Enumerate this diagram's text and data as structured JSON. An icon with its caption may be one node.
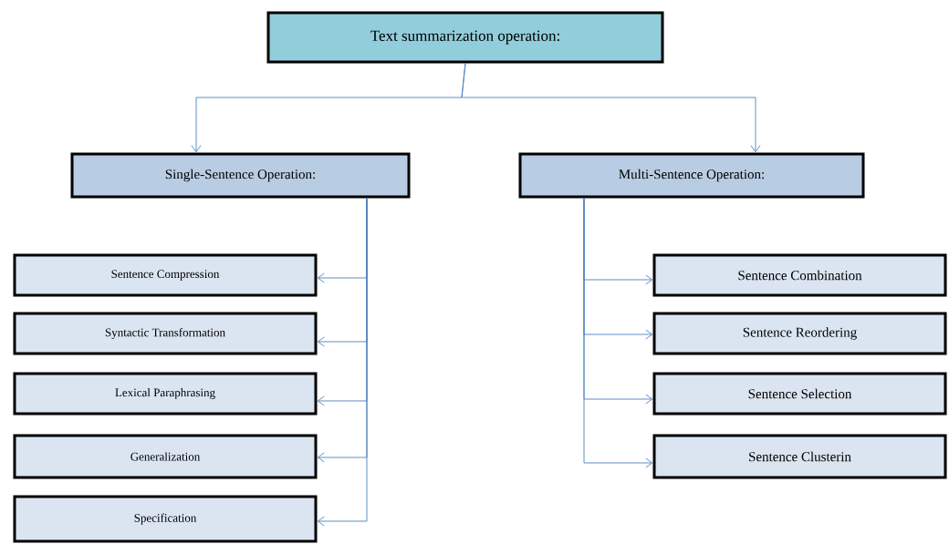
{
  "diagram": {
    "nodes": [
      {
        "text": [
          "Text summarization operation:"
        ]
      },
      {
        "text": [
          "Single-Sentence Operation:"
        ]
      },
      {
        "text": [
          "Multi-Sentence Operation:"
        ]
      },
      {
        "text": [
          "Sentence Compression"
        ]
      },
      {
        "text": [
          "Syntactic Transformation"
        ]
      },
      {
        "text": [
          "Lexical Paraphrasing"
        ]
      },
      {
        "text": [
          "Generalization"
        ]
      },
      {
        "text": [
          "Specification"
        ]
      },
      {
        "text": [
          "Sentence Combination"
        ]
      },
      {
        "text": [
          "Sentence Reordering"
        ]
      },
      {
        "text": [
          "Sentence Selection"
        ]
      },
      {
        "text": [
          "Sentence Clusterin"
        ]
      }
    ],
    "edges": [
      {
        "from": 0,
        "to": 1,
        "arrow": "to"
      },
      {
        "from": 0,
        "to": 2,
        "arrow": "to"
      },
      {
        "from": 1,
        "to": 3,
        "arrow": "to"
      },
      {
        "from": 1,
        "to": 4,
        "arrow": "to"
      },
      {
        "from": 1,
        "to": 5,
        "arrow": "to"
      },
      {
        "from": 1,
        "to": 6,
        "arrow": "to"
      },
      {
        "from": 1,
        "to": 7,
        "arrow": "to"
      },
      {
        "from": 2,
        "to": 8,
        "arrow": "to"
      },
      {
        "from": 2,
        "to": 9,
        "arrow": "to"
      },
      {
        "from": 2,
        "to": 10,
        "arrow": "to"
      },
      {
        "from": 2,
        "to": 11,
        "arrow": "to"
      }
    ]
  }
}
